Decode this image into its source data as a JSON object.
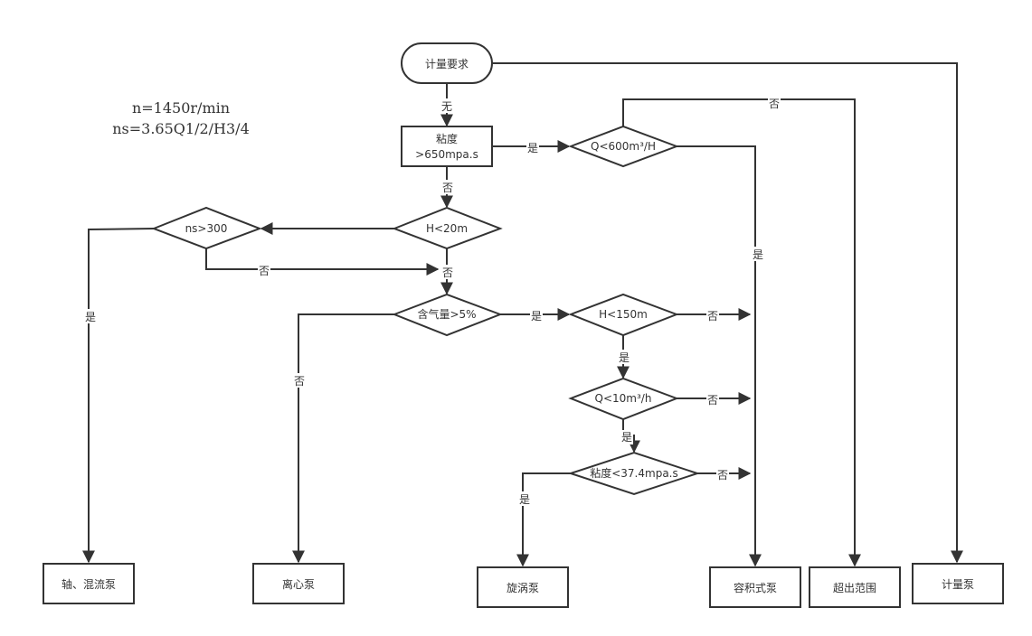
{
  "annotation": {
    "lines": [
      "n=1450r/min",
      "ns=3.65Q1/2/H3/4"
    ]
  },
  "nodes": {
    "start": "计量要求",
    "viscosity_650": [
      "粘度",
      ">650mpa.s"
    ],
    "q_600": "Q<600m³/H",
    "h_20": "H<20m",
    "ns_300": "ns>300",
    "gas_5": "含气量>5%",
    "h_150": "H<150m",
    "q_10": "Q<10m³/h",
    "viscosity_37": "粘度<37.4mpa.s",
    "axial_pump": "轴、混流泵",
    "centrifugal_pump": "离心泵",
    "vortex_pump": "旋涡泵",
    "positive_pump": "容积式泵",
    "out_of_range": "超出范围",
    "metering_pump": "计量泵"
  },
  "edge_labels": {
    "start_to_visc": "无",
    "visc_yes": "是",
    "visc_no": "否",
    "q600_no": "否",
    "q600_yes": "是",
    "ns300_no": "否",
    "h20_no": "否",
    "ns300_yes": "是",
    "gas_yes": "是",
    "gas_no": "否",
    "h150_no": "否",
    "h150_yes": "是",
    "q10_no": "否",
    "q10_yes": "是",
    "visc37_no": "否",
    "visc37_yes": "是"
  },
  "colors": {
    "stroke": "#333333",
    "background": "#ffffff"
  }
}
